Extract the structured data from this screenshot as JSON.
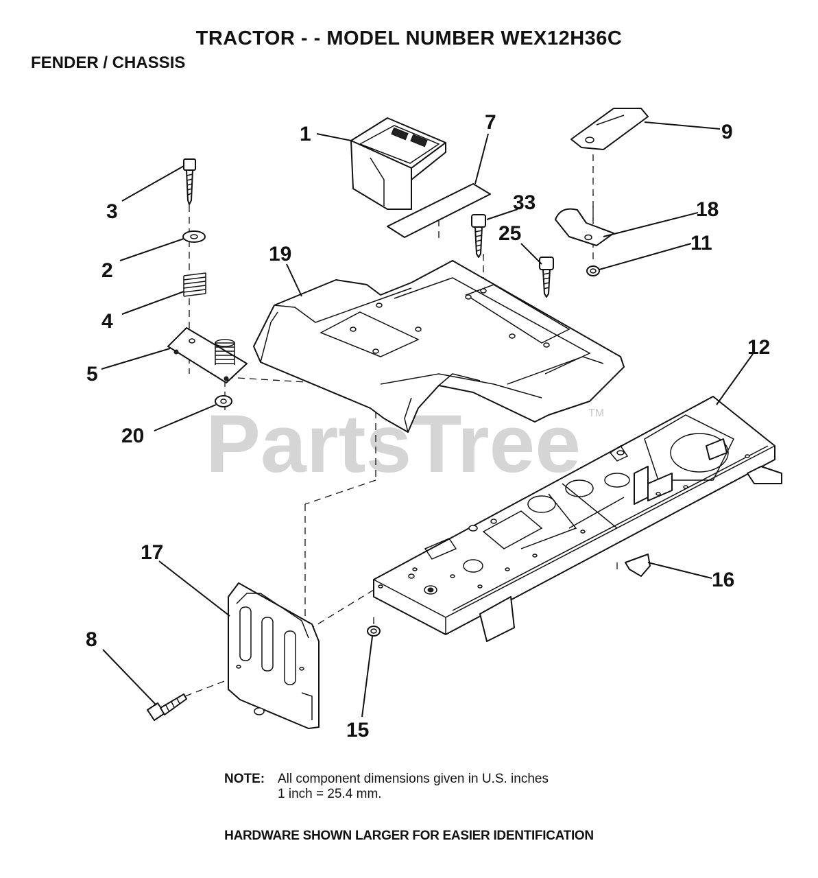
{
  "header": {
    "title": "TRACTOR - - MODEL NUMBER WEX12H36C",
    "subtitle": "FENDER / CHASSIS"
  },
  "watermark": {
    "text": "PartsTree",
    "trademark": "TM"
  },
  "callouts": {
    "c1": "1",
    "c2": "2",
    "c3": "3",
    "c4": "4",
    "c5": "5",
    "c7": "7",
    "c8": "8",
    "c9": "9",
    "c11": "11",
    "c12": "12",
    "c15": "15",
    "c16": "16",
    "c17": "17",
    "c18": "18",
    "c19": "19",
    "c20": "20",
    "c25": "25",
    "c33": "33"
  },
  "note": {
    "label": "NOTE:",
    "line1": "All component dimensions given in U.S. inches",
    "line2": "1 inch = 25.4 mm."
  },
  "footer": "HARDWARE SHOWN LARGER FOR EASIER IDENTIFICATION"
}
